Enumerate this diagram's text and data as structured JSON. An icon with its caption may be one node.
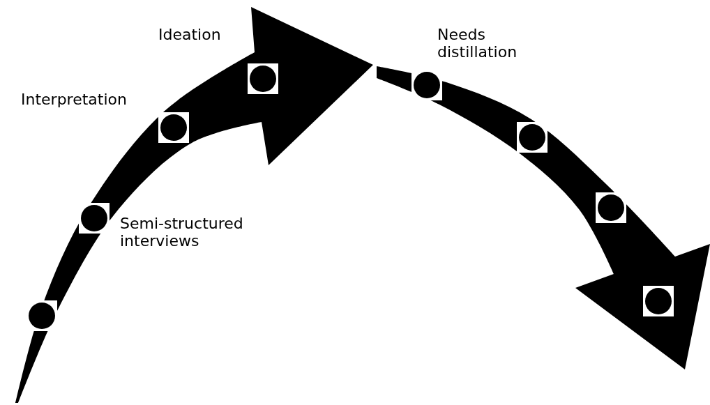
{
  "diagram": {
    "labels": [
      "Ideation",
      "Interpretation",
      "Needs distillation",
      "Semi-structured interviews"
    ]
  }
}
